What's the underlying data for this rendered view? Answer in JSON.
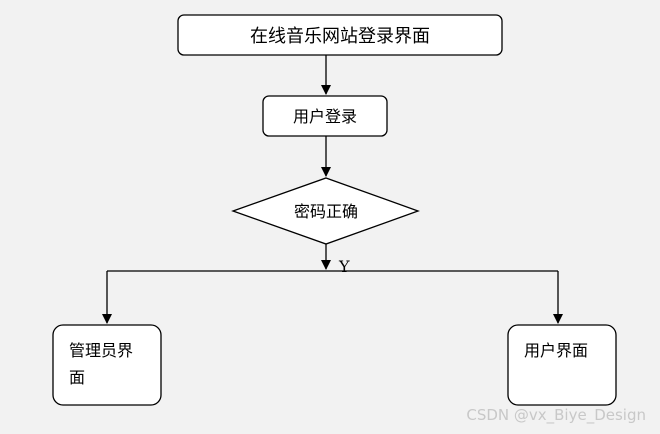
{
  "flowchart": {
    "title_node": "在线音乐网站登录界面",
    "login_node": "用户登录",
    "decision_node": "密码正确",
    "yes_label": "Y",
    "admin_node_line1": "管理员界",
    "admin_node_line2": "面",
    "user_node": "用户界面"
  },
  "watermark": "CSDN @vx_Biye_Design"
}
